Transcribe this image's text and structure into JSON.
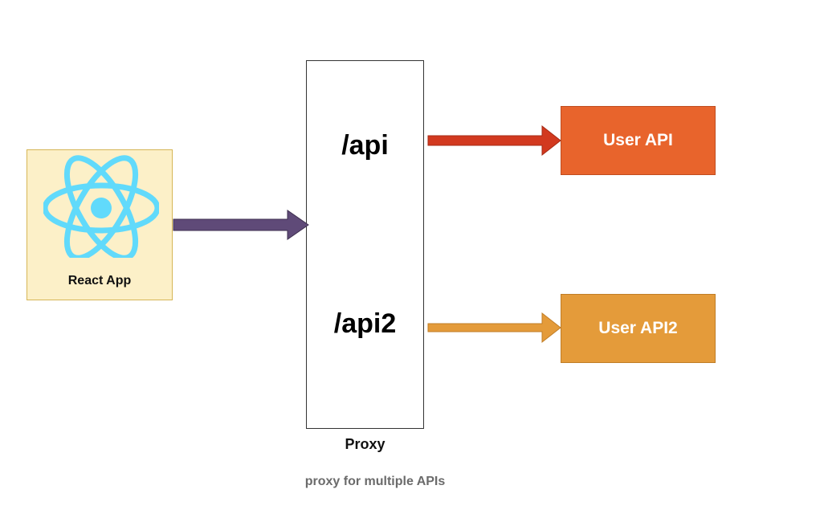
{
  "react_app": {
    "label": "React App",
    "logo_icon": "react-atom-icon",
    "logo_color": "#61dafb",
    "box_color": "#fcf0c8"
  },
  "proxy": {
    "label": "Proxy",
    "routes": [
      {
        "path": "/api",
        "target": "User API",
        "arrow_color": "#d2391f"
      },
      {
        "path": "/api2",
        "target": "User API2",
        "arrow_color": "#e49b3a"
      }
    ]
  },
  "targets": [
    {
      "label": "User API",
      "color": "#e8642c"
    },
    {
      "label": "User API2",
      "color": "#e49b3a"
    }
  ],
  "connectors": {
    "client_to_proxy_color": "#5f4a78"
  },
  "caption": "proxy for multiple APIs"
}
